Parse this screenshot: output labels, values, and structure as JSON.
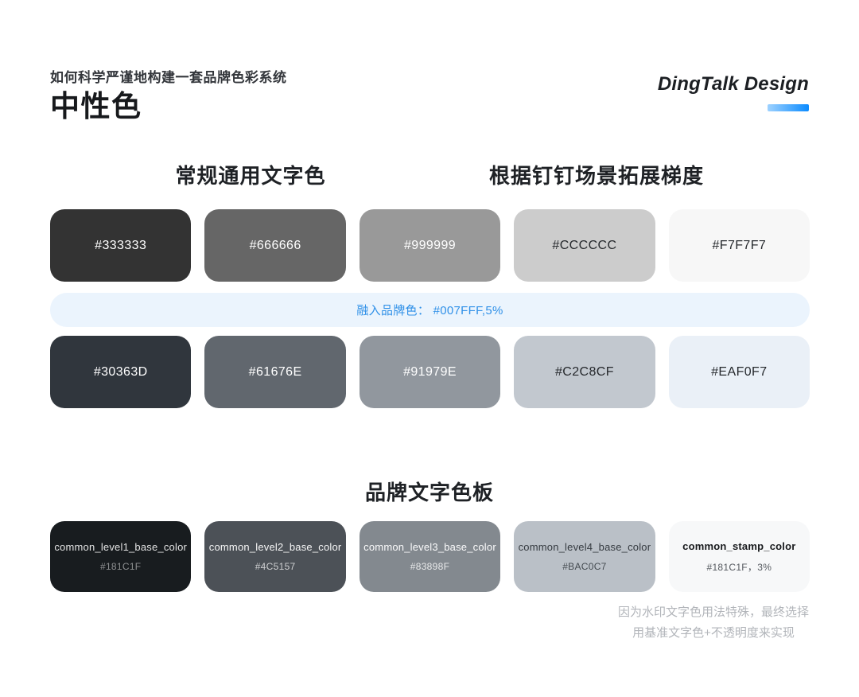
{
  "header": {
    "subtitle": "如何科学严谨地构建一套品牌色彩系统",
    "title": "中性色",
    "brand": "DingTalk Design",
    "accent_gradient": [
      "#9ED2FF",
      "#0B8BFF"
    ]
  },
  "sections": {
    "base_heading": "常规通用文字色",
    "extended_heading": "根据钉钉场景拓展梯度",
    "token_heading": "品牌文字色板"
  },
  "band": {
    "text": "融入品牌色： #007FFF,5%",
    "bg": "#EBF4FD",
    "fg": "#2F90E8"
  },
  "rows": {
    "base": [
      {
        "label": "#333333",
        "bg": "#333333",
        "fg": "#FFFFFF"
      },
      {
        "label": "#666666",
        "bg": "#666666",
        "fg": "#FFFFFF"
      },
      {
        "label": "#999999",
        "bg": "#999999",
        "fg": "#FFFFFF"
      },
      {
        "label": "#CCCCCC",
        "bg": "#CCCCCC",
        "fg": "#26292D"
      },
      {
        "label": "#F7F7F7",
        "bg": "#F7F7F7",
        "fg": "#26292D"
      }
    ],
    "blended": [
      {
        "label": "#30363D",
        "bg": "#30363D",
        "fg": "#FFFFFF"
      },
      {
        "label": "#61676E",
        "bg": "#61676E",
        "fg": "#FFFFFF"
      },
      {
        "label": "#91979E",
        "bg": "#91979E",
        "fg": "#FFFFFF"
      },
      {
        "label": "#C2C8CF",
        "bg": "#C2C8CF",
        "fg": "#26292D"
      },
      {
        "label": "#EAF0F7",
        "bg": "#EAF0F7",
        "fg": "#26292D"
      }
    ],
    "tokens": [
      {
        "name": "common_level1_base_color",
        "value": "#181C1F",
        "bg": "#181C1F",
        "name_fg": "rgba(255,255,255,0.88)",
        "value_fg": "rgba(255,255,255,0.5)",
        "bold": false
      },
      {
        "name": "common_level2_base_color",
        "value": "#4C5157",
        "bg": "#4C5157",
        "name_fg": "rgba(255,255,255,0.95)",
        "value_fg": "rgba(255,255,255,0.72)",
        "bold": false
      },
      {
        "name": "common_level3_base_color",
        "value": "#83898F",
        "bg": "#83898F",
        "name_fg": "rgba(255,255,255,0.97)",
        "value_fg": "rgba(255,255,255,0.82)",
        "bold": false
      },
      {
        "name": "common_level4_base_color",
        "value": "#BAC0C7",
        "bg": "#BAC0C7",
        "name_fg": "#353A40",
        "value_fg": "#454B51",
        "bold": false
      },
      {
        "name": "common_stamp_color",
        "value": "#181C1F，3%",
        "bg": "#F7F8F9",
        "name_fg": "#17191C",
        "value_fg": "#55595F",
        "bold": true
      }
    ]
  },
  "footnote": {
    "line1": "因为水印文字色用法特殊，最终选择",
    "line2": "用基准文字色+不透明度来实现",
    "color": "#B2B5BA"
  }
}
